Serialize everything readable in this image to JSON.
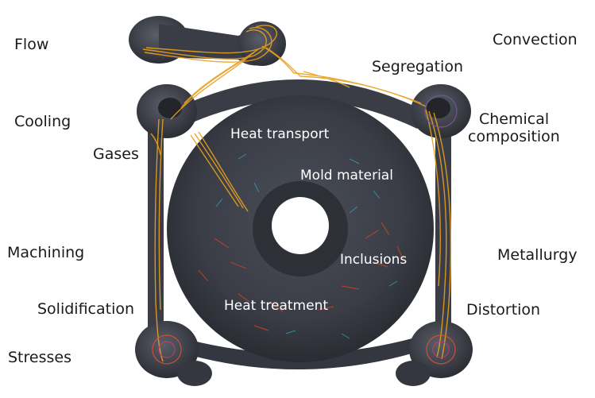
{
  "outer_labels": {
    "flow": "Flow",
    "convection": "Convection",
    "segregation": "Segregation",
    "cooling": "Cooling",
    "chemical_line1": "Chemical",
    "chemical_line2": "composition",
    "gases": "Gases",
    "machining": "Machining",
    "metallurgy": "Metallurgy",
    "solidification": "Solidification",
    "distortion": "Distortion",
    "stresses": "Stresses"
  },
  "inner_labels": {
    "heat_transport": "Heat transport",
    "mold_material": "Mold  material",
    "inclusions": "Inclusions",
    "heat_treatment": "Heat treatment"
  },
  "colors": {
    "casting_body": "#3a3d45",
    "casting_dark": "#2a2c33",
    "streamline_orange": "#e8a020",
    "streamline_red": "#c8402a",
    "streamline_cyan": "#3aa8c8",
    "label_text": "#1a1a1a",
    "inner_text": "#ffffff"
  }
}
